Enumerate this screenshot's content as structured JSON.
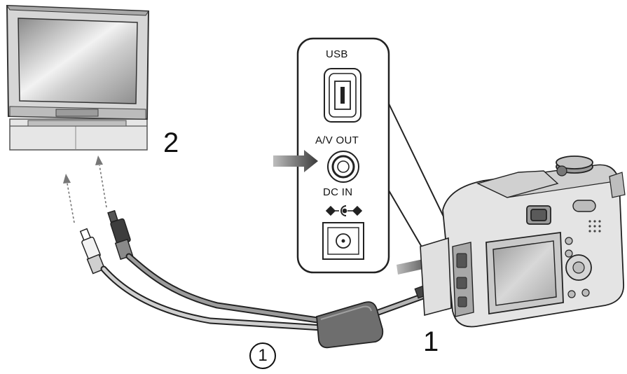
{
  "diagram": {
    "ports": {
      "usb": "USB",
      "av_out": "A/V OUT",
      "dc_in": "DC IN"
    },
    "steps": {
      "step_1": "1",
      "step_2": "2",
      "cable_callout": "1"
    },
    "icons": [
      "tv-icon",
      "camera-icon",
      "usb-port-icon",
      "av-out-port-icon",
      "dc-in-port-icon",
      "dc-polarity-icon",
      "rca-plug-icon",
      "ferrite-core-icon",
      "arrow-icon"
    ],
    "colors": {
      "line": "#222222",
      "gray_fill": "#d9d9d9",
      "dark_gray": "#7a7a7a",
      "screen_light": "#e8e8e8"
    }
  }
}
